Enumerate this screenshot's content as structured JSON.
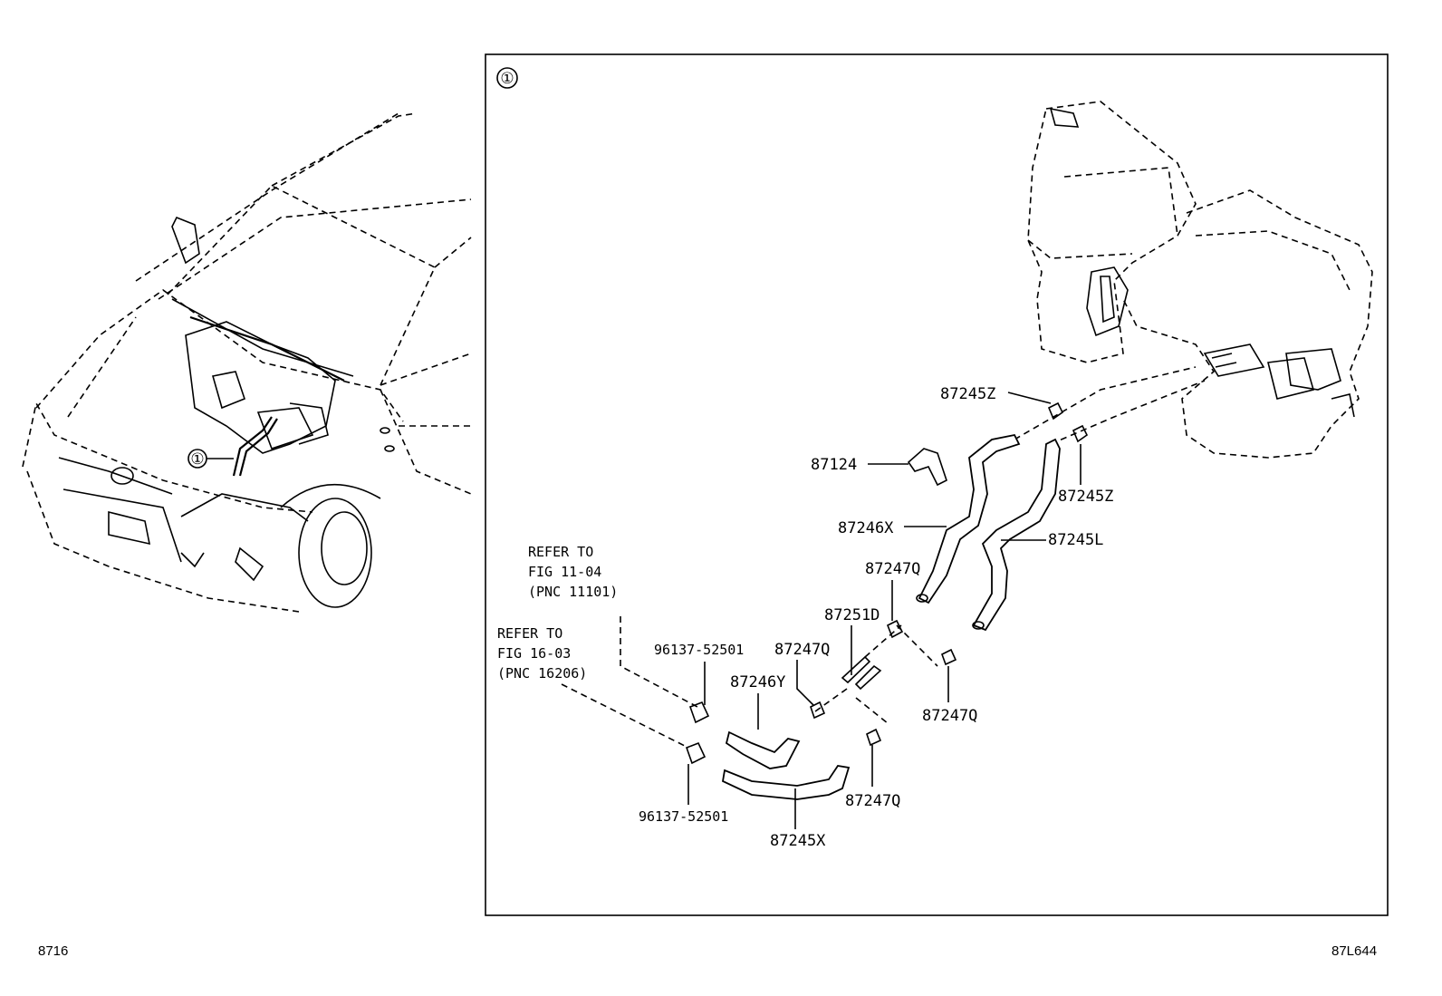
{
  "callout_number": "①",
  "corner_left": "8716",
  "corner_right": "87L644",
  "parts": {
    "p87245Z_a": "87245Z",
    "p87245Z_b": "87245Z",
    "p87124": "87124",
    "p87246X": "87246X",
    "p87245L": "87245L",
    "p87247Q_a": "87247Q",
    "p87251D": "87251D",
    "p87247Q_b": "87247Q",
    "p87246Y": "87246Y",
    "p87247Q_c": "87247Q",
    "p87247Q_d": "87247Q",
    "p87245X": "87245X",
    "p96137_a": "96137-52501",
    "p96137_b": "96137-52501"
  },
  "refs": {
    "ref1": {
      "line1": "REFER TO",
      "line2": "FIG 11-04",
      "line3": "(PNC 11101)"
    },
    "ref2": {
      "line1": "REFER TO",
      "line2": "FIG 16-03",
      "line3": "(PNC 16206)"
    }
  }
}
